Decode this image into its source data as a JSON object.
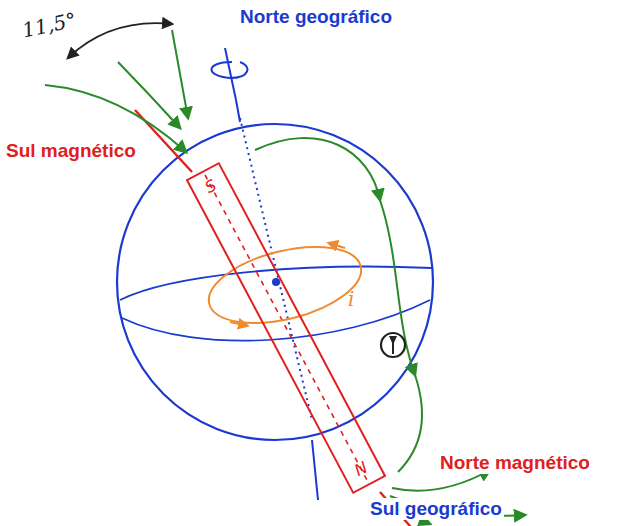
{
  "diagram": {
    "nodes": [
      {
        "text": [
          "S",
          "N"
        ]
      }
    ],
    "labels": [
      "11,5°",
      "Norte geográfico",
      "Sul magnético",
      "i",
      "Norte magnético",
      "Sul geográfico"
    ]
  }
}
